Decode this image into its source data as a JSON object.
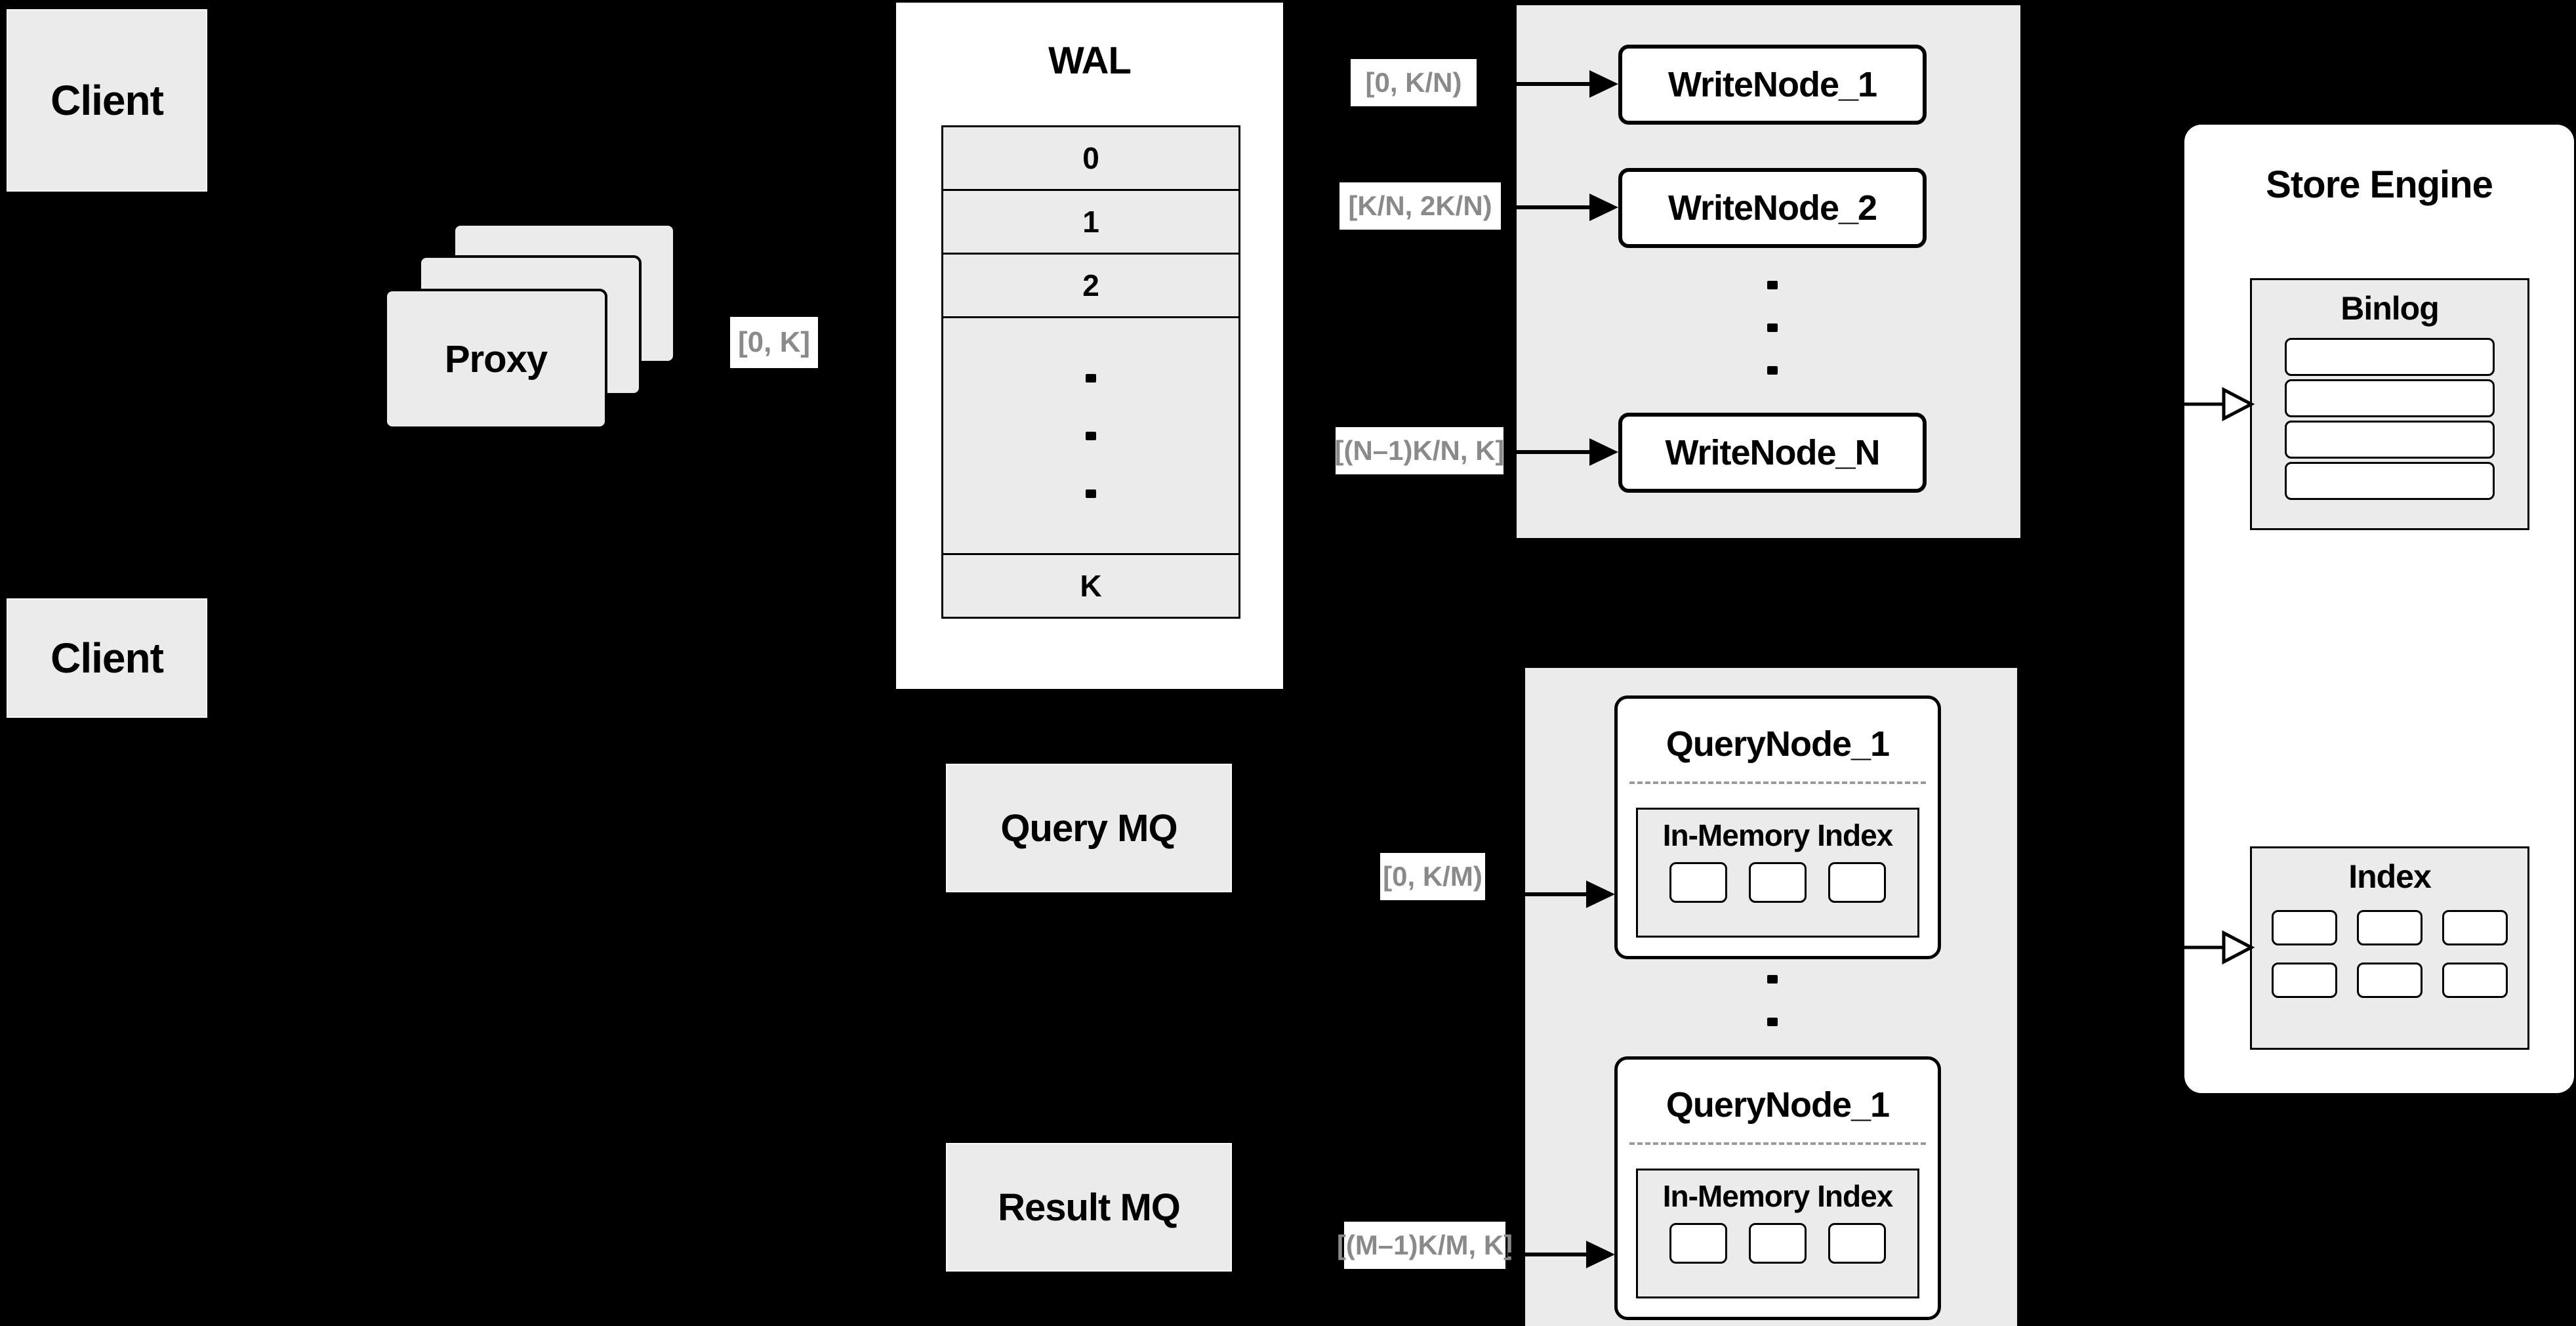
{
  "colors": {
    "background": "#000000",
    "panel_gray": "#ebebeb",
    "node_white": "#ffffff",
    "border_black": "#000000",
    "range_label_text": "#8a8a8a"
  },
  "client_top": {
    "label": "Client"
  },
  "client_bottom": {
    "label": "Client"
  },
  "proxy": {
    "label": "Proxy"
  },
  "ranges": {
    "proxy_to_wal": "[0, K]"
  },
  "wal": {
    "title": "WAL",
    "rows": [
      "0",
      "1",
      "2",
      "K"
    ]
  },
  "write_cluster": {
    "nodes": [
      "WriteNode_1",
      "WriteNode_2",
      "WriteNode_N"
    ],
    "range_labels": [
      "[0,  K/N)",
      "[K/N, 2K/N)",
      "[(N–1)K/N,  K]"
    ]
  },
  "query_mq": {
    "label": "Query MQ"
  },
  "result_mq": {
    "label": "Result MQ"
  },
  "query_cluster": {
    "nodes": [
      {
        "title": "QueryNode_1",
        "inner_title": "In-Memory Index"
      },
      {
        "title": "QueryNode_1",
        "inner_title": "In-Memory Index"
      }
    ],
    "range_labels": [
      "[0, K/M)",
      "[(M–1)K/M, K]"
    ]
  },
  "store_engine": {
    "title": "Store Engine",
    "binlog": {
      "title": "Binlog"
    },
    "index": {
      "title": "Index"
    }
  }
}
